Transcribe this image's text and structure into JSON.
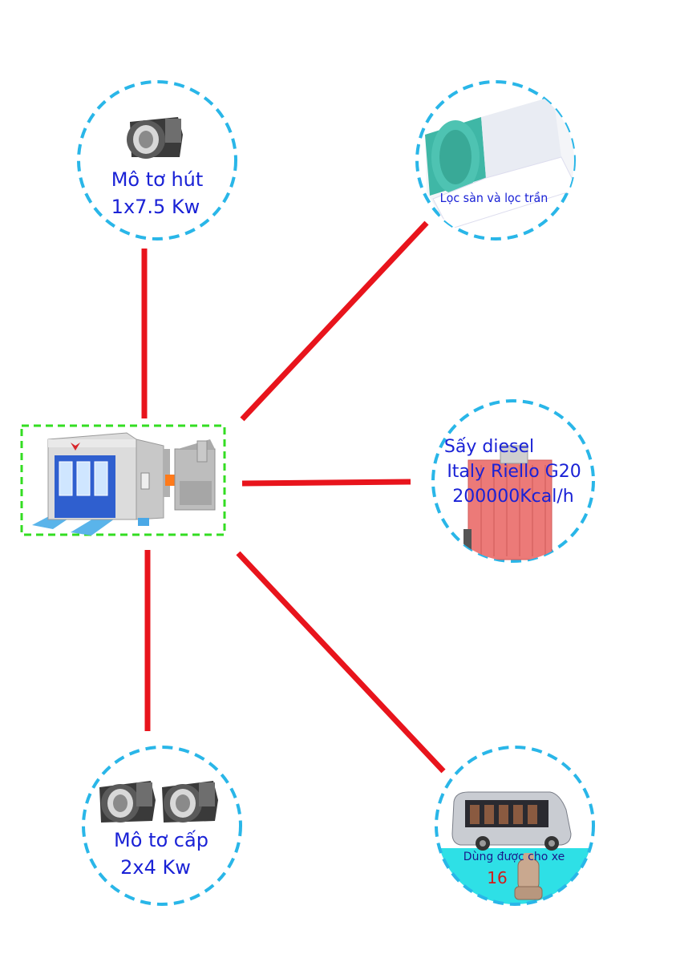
{
  "colors": {
    "connector": "#e8141c",
    "circle_border": "#29b6e8",
    "center_border": "#33dd22",
    "label_text": "#1a22d6",
    "van_label_text": "#1a1a8a",
    "seat_count_text": "#d41a1a",
    "cyan_band": "#2ee0e6"
  },
  "nodes": {
    "exhaust_motor": {
      "line1": "Mô tơ hút",
      "line2": "1x7.5 Kw",
      "icon": "blower-fan-icon"
    },
    "filter": {
      "label": "Lọc sàn và lọc trần",
      "icon": "filter-roll-icon"
    },
    "burner": {
      "line1": "Sấy diesel",
      "line2": "Italy Riello G20",
      "line3": "200000Kcal/h",
      "icon": "burner-icon"
    },
    "supply_motor": {
      "line1": "Mô tơ cấp",
      "line2": "2x4 Kw",
      "icon": "blower-fan-icon"
    },
    "van": {
      "label": "Dùng được cho xe",
      "seat_count": "16",
      "icon": "van-icon"
    },
    "booth": {
      "icon": "spray-booth-icon"
    }
  }
}
